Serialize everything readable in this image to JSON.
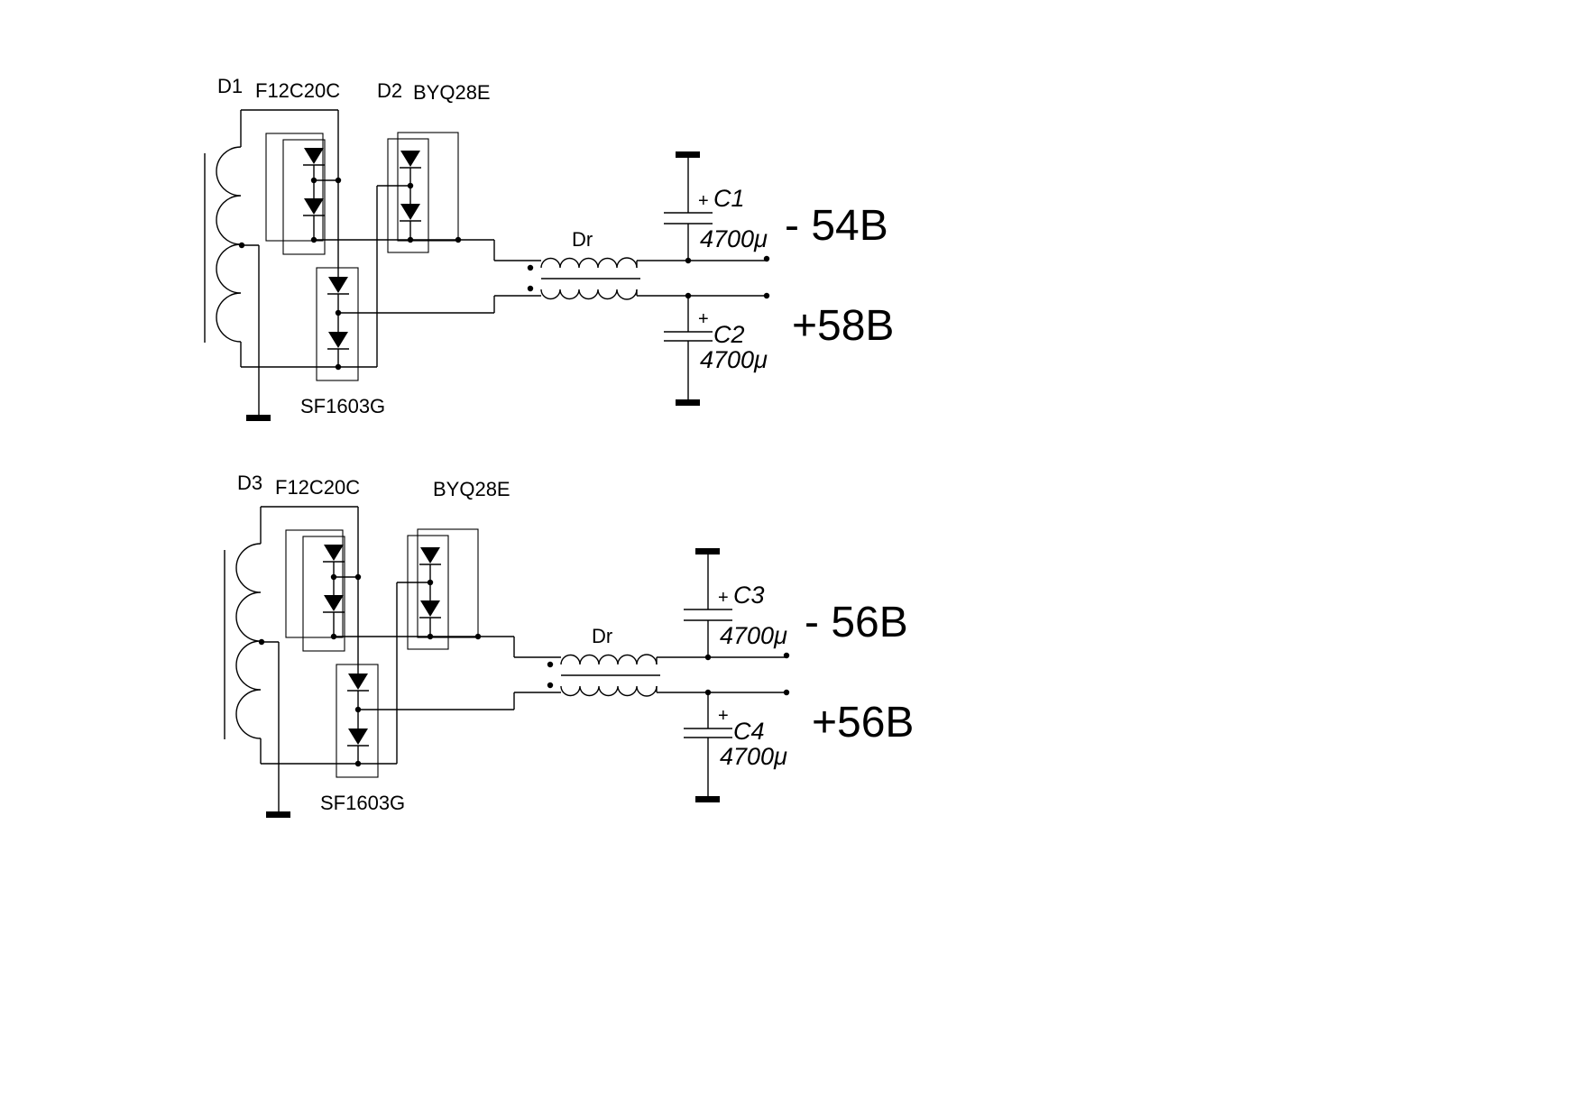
{
  "circuits": [
    {
      "diode_labels": {
        "d_a": "D1",
        "d_a_part": "F12C20C",
        "d_b": "D2",
        "d_b_part": "BYQ28E",
        "d_c_part": "SF1603G"
      },
      "choke_label": "Dr",
      "capacitors": [
        {
          "name": "C1",
          "value": "4700μ",
          "plus": "+"
        },
        {
          "name": "C2",
          "value": "4700μ",
          "plus": "+"
        }
      ],
      "outputs": {
        "negative": "- 54B",
        "positive": "+58B"
      }
    },
    {
      "diode_labels": {
        "d_a": "D3",
        "d_a_part": "F12C20C",
        "d_b": "",
        "d_b_part": "BYQ28E",
        "d_c_part": "SF1603G"
      },
      "choke_label": "Dr",
      "capacitors": [
        {
          "name": "C3",
          "value": "4700μ",
          "plus": "+"
        },
        {
          "name": "C4",
          "value": "4700μ",
          "plus": "+"
        }
      ],
      "outputs": {
        "negative": "- 56B",
        "positive": "+56B"
      }
    }
  ]
}
